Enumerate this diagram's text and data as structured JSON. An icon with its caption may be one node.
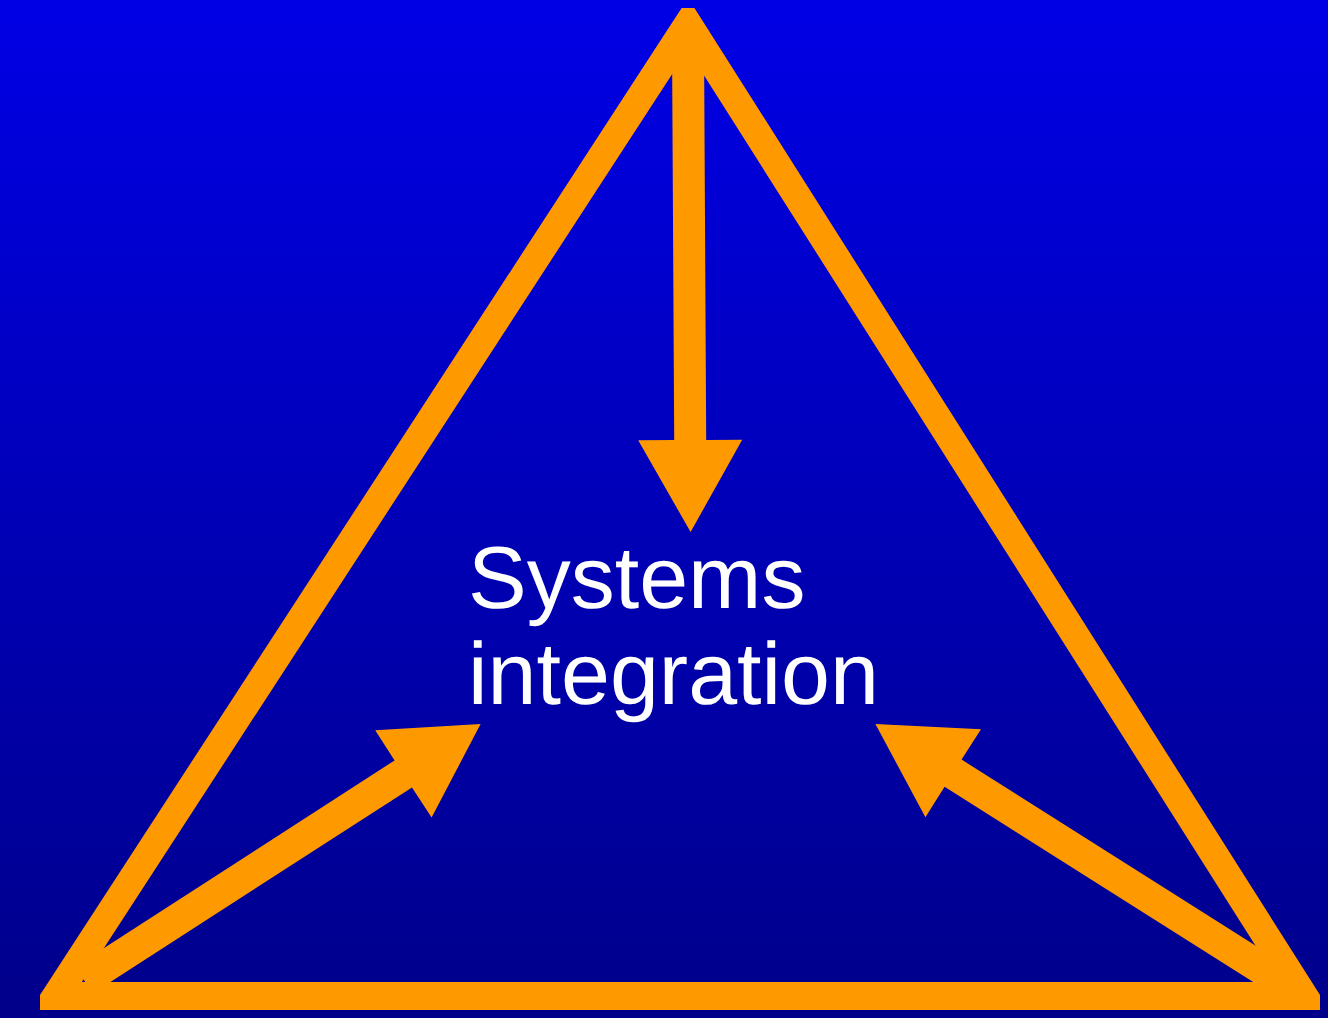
{
  "diagram": {
    "nodes": [
      {
        "text": [],
        "shape": "triangle"
      },
      {
        "text": [
          "Systems integration"
        ],
        "in": 0
      }
    ],
    "edges": [
      {
        "from": null,
        "to": 1,
        "arrow": "to"
      },
      {
        "from": null,
        "to": 1,
        "arrow": "to"
      },
      {
        "from": null,
        "to": 1,
        "arrow": "to"
      }
    ]
  }
}
